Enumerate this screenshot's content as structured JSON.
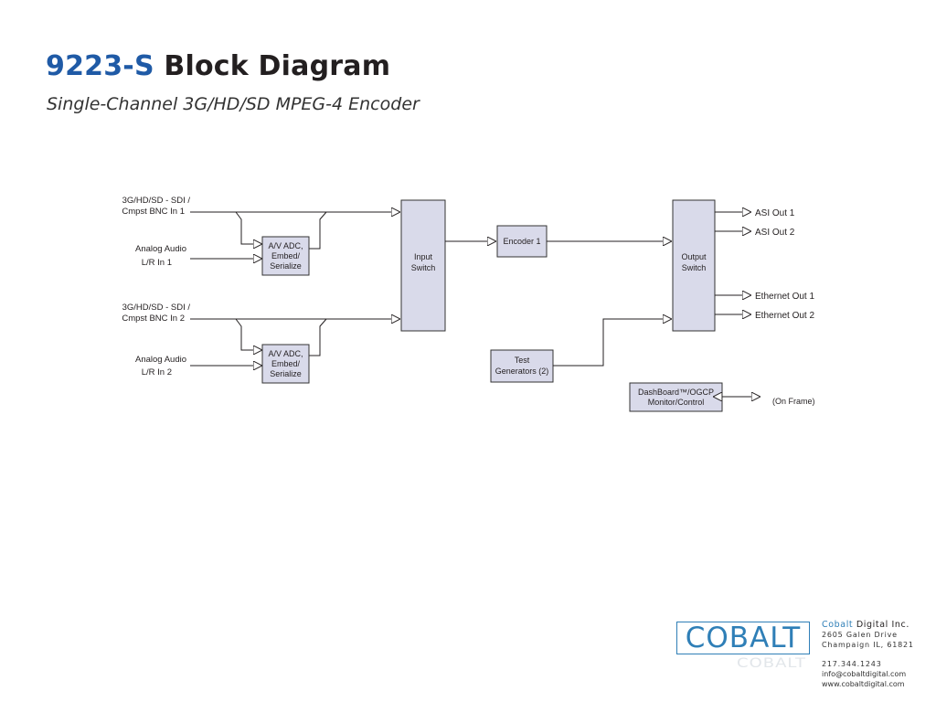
{
  "header": {
    "title_model": "9223-S",
    "title_rest": "Block Diagram",
    "subtitle": "Single-Channel 3G/HD/SD MPEG-4 Encoder"
  },
  "inputs": [
    {
      "sdi_line1": "3G/HD/SD - SDI /",
      "sdi_line2": "Cmpst BNC In 1",
      "audio_line1": "Analog Audio",
      "audio_line2": "L/R In 1"
    },
    {
      "sdi_line1": "3G/HD/SD - SDI /",
      "sdi_line2": "Cmpst BNC In 2",
      "audio_line1": "Analog Audio",
      "audio_line2": "L/R In 2"
    }
  ],
  "blocks": {
    "adc": [
      "A/V ADC,",
      "Embed/",
      "Serialize"
    ],
    "input_switch": [
      "Input",
      "Switch"
    ],
    "encoder": "Encoder 1",
    "output_switch": [
      "Output",
      "Switch"
    ],
    "test_gen": [
      "Test",
      "Generators (2)"
    ],
    "dashboard": [
      "DashBoard™/OGCP",
      "Monitor/Control"
    ]
  },
  "outputs": {
    "asi1": "ASI Out 1",
    "asi2": "ASI Out 2",
    "eth1": "Ethernet Out 1",
    "eth2": "Ethernet Out 2",
    "on_frame": "(On Frame)"
  },
  "company": {
    "logo": "COBALT",
    "name_prefix": "Cobalt",
    "name_rest": " Digital Inc.",
    "address1": "2605 Galen Drive",
    "address2": "Champaign IL, 61821",
    "phone": "217.344.1243",
    "email": "info@cobaltdigital.com",
    "web": "www.cobaltdigital.com"
  },
  "colors": {
    "brand_blue": "#1f5aa6",
    "block_fill": "#d9daea",
    "logo_blue": "#2f7fb7"
  }
}
